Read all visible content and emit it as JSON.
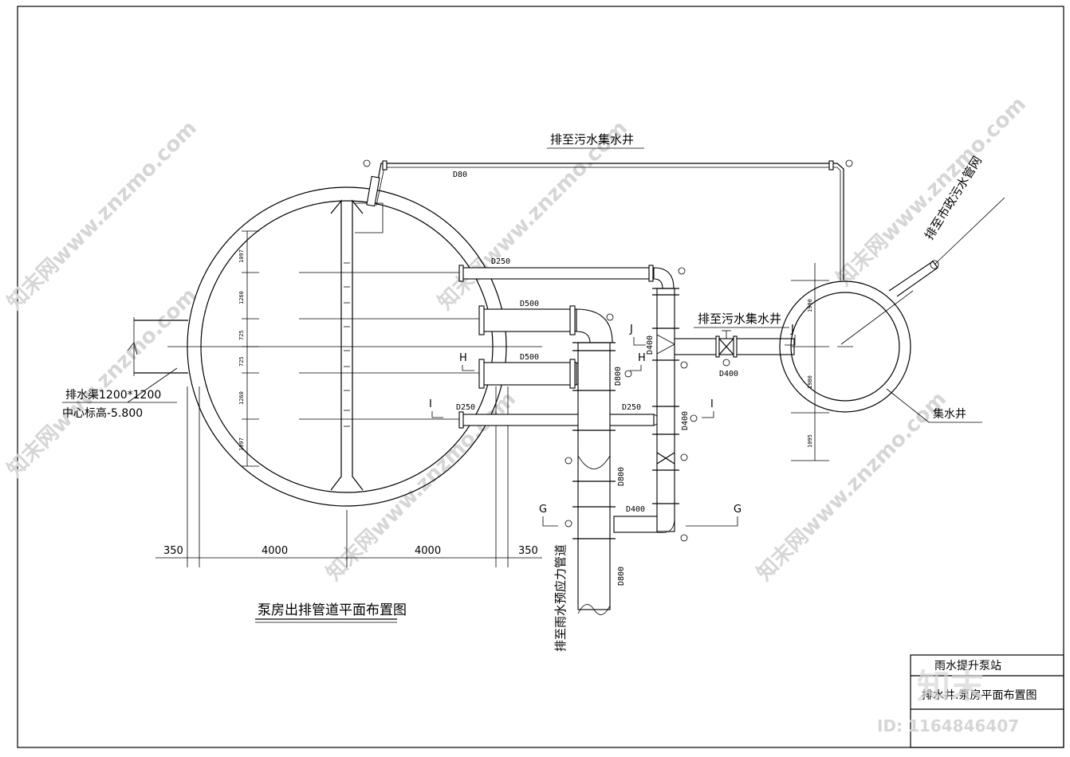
{
  "labels": {
    "to_sewage_well_top": "排至污水集水井",
    "to_sewage_well_mid": "排至污水集水井",
    "to_municipal": "排至市政污水管网",
    "drain_channel": "排水渠1200*1200",
    "center_elev": "中心标高-5.800",
    "collection_well": "集水井",
    "to_storm_pipe": "排至雨水预应力管道",
    "plan_title": "泵房出排管道平面布置图"
  },
  "pipes": {
    "d80": "D80",
    "d250_top": "D250",
    "d500_top": "D500",
    "d500_mid": "D500",
    "d250_low": "D250",
    "d250_right": "D250",
    "d800_a": "D800",
    "d800_b": "D800",
    "d800_c": "D800",
    "d400_a": "D400",
    "d400_b": "D400",
    "d400_c": "D400",
    "d400_d": "D400"
  },
  "section_marks": {
    "j1": "J",
    "j2": "J",
    "h1": "H",
    "h2": "H",
    "i1": "I",
    "i2": "I",
    "g1": "G",
    "g2": "G"
  },
  "dims": {
    "bottom": [
      "350",
      "4000",
      "4000",
      "350"
    ],
    "vertical_left": [
      "1097",
      "1260",
      "725",
      "725",
      "1260",
      "1097"
    ],
    "vertical_right": [
      "1900",
      "1980",
      "1095"
    ]
  },
  "title_block": {
    "project": "雨水提升泵站",
    "drawing": "排水井.泵房平面布置图"
  },
  "watermarks": {
    "brand": "知末网www.znzmo.com",
    "logo": "知末",
    "id": "ID: 1164846407"
  }
}
